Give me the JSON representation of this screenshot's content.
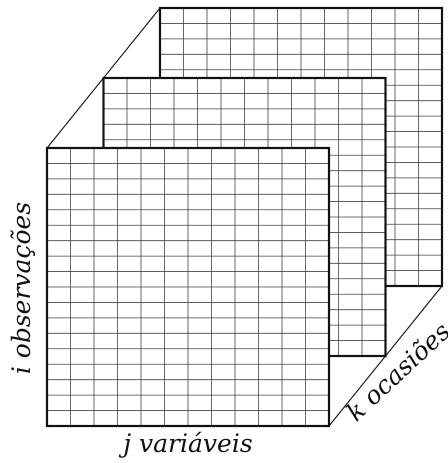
{
  "labels": {
    "rows": "i observações",
    "columns": "j variáveis",
    "depth": "k ocasiões"
  },
  "grid": {
    "rows": 18,
    "columns": 12,
    "slices": 3
  },
  "colors": {
    "ink": "#111111",
    "grid_line": "#444444",
    "background": "#ffffff"
  }
}
